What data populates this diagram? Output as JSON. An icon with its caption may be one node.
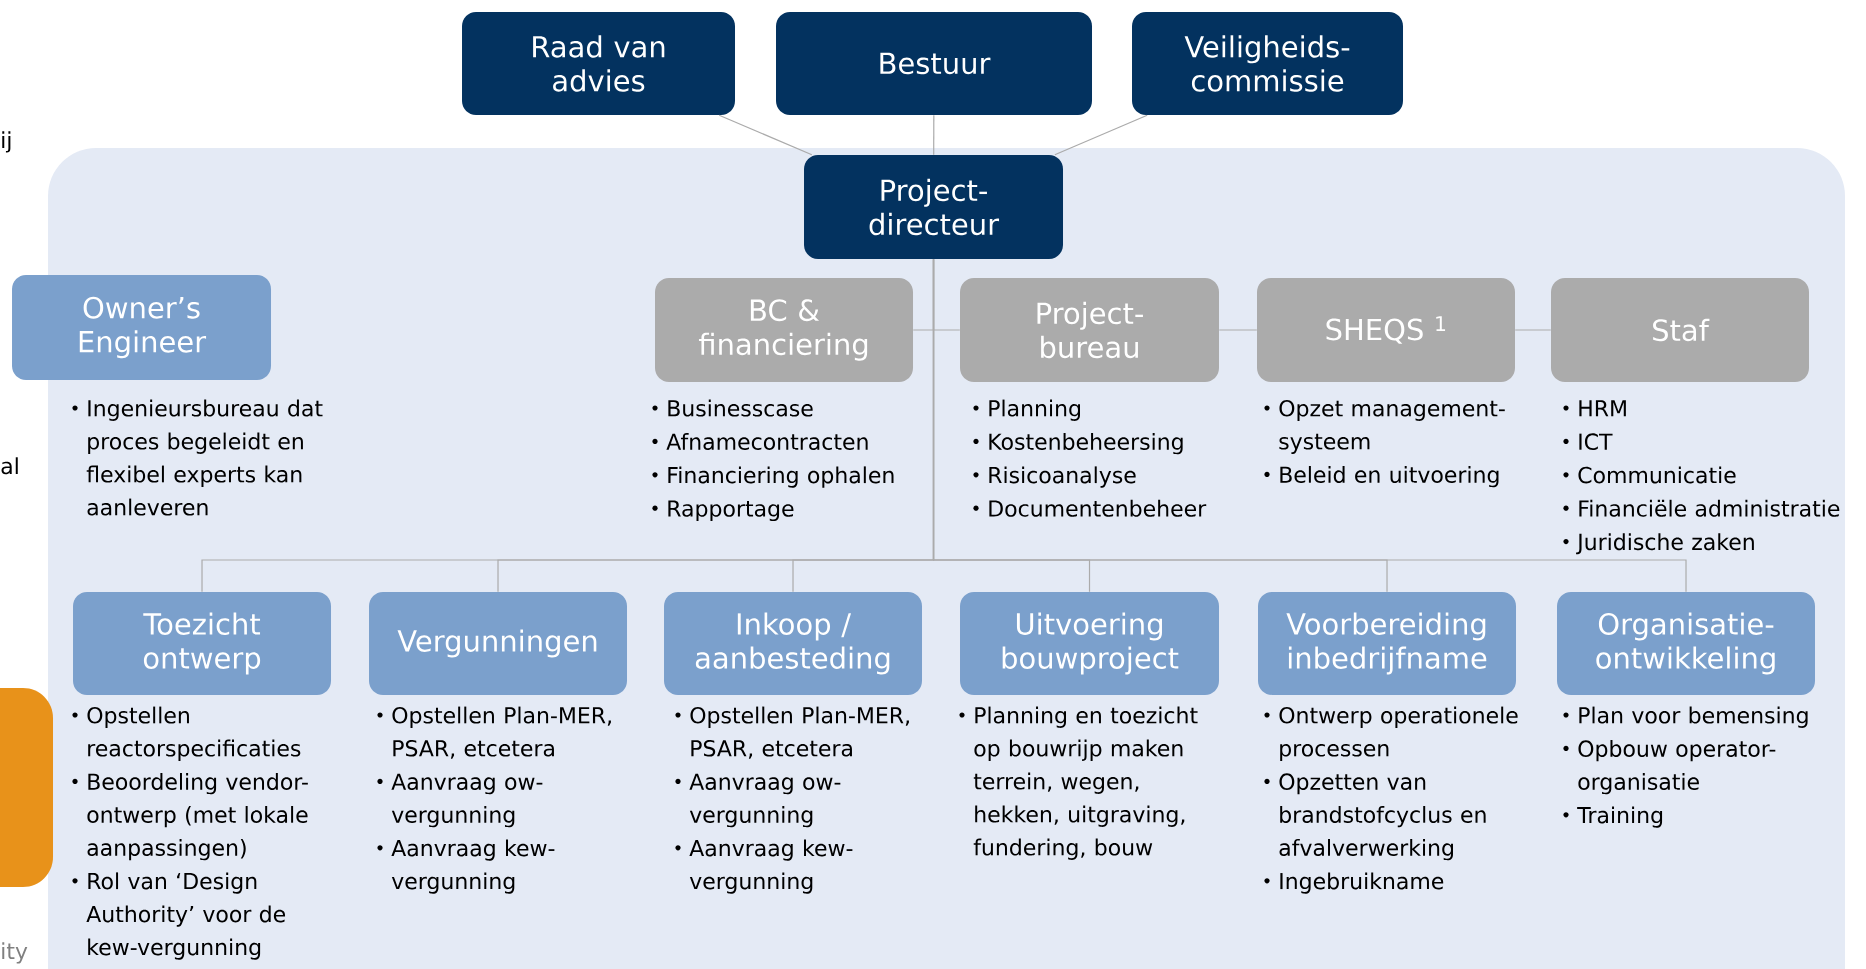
{
  "diagram": {
    "nodes": [
      {
        "text": [
          "Raad van advies"
        ]
      },
      {
        "text": [
          "Bestuur"
        ]
      },
      {
        "text": [
          "Veiligheids-commissie"
        ]
      },
      {
        "text": [],
        "shape": "box"
      },
      {
        "text": [
          "Project-directeur"
        ],
        "in": 3
      },
      {
        "text": [
          "Owner’s Engineer"
        ],
        "beside": [
          "Ingenieursbureau dat proces begeleidt en flexibel experts kan aanleveren"
        ]
      },
      {
        "text": [
          "BC & financiering"
        ],
        "in": 3,
        "beside": [
          "Businesscase",
          "Afnamecontracten",
          "Financiering ophalen",
          "Rapportage"
        ]
      },
      {
        "text": [
          "Project-bureau"
        ],
        "in": 3,
        "beside": [
          "Planning",
          "Kostenbeheersing",
          "Risicoanalyse",
          "Documentenbeheer"
        ]
      },
      {
        "text": [
          "SHEQS $^{1}$"
        ],
        "in": 3,
        "beside": [
          "Opzet management-systeem",
          "Beleid en uitvoering"
        ]
      },
      {
        "text": [
          "Staf"
        ],
        "in": 3,
        "beside": [
          "HRM",
          "ICT",
          "Communicatie",
          "Financiële administratie",
          "Juridische zaken"
        ]
      },
      {
        "text": [
          "Toezicht ontwerp"
        ],
        "in": 3,
        "beside": [
          "Opstellen reactorspecificaties",
          "Beoordeling vendor-ontwerp (met lokale aanpassingen)",
          "Rol van ‘Design Authority’ voor de kew-vergunning"
        ]
      },
      {
        "text": [
          "Vergunningen"
        ],
        "in": 3,
        "beside": [
          "Opstellen Plan-MER, PSAR, etcetera",
          "Aanvraag ow-vergunning",
          "Aanvraag kew-vergunning"
        ]
      },
      {
        "text": [
          "Inkoop / aanbesteding"
        ],
        "in": 3,
        "beside": [
          "Opstellen Plan-MER, PSAR, etcetera",
          "Aanvraag ow-vergunning",
          "Aanvraag kew-vergunning"
        ]
      },
      {
        "text": [
          "Uitvoering bouwproject"
        ],
        "in": 3,
        "beside": [
          "Planning en toezicht op bouwrijp maken terrein, wegen, hekken, uitgraving, fundering, bouw"
        ]
      },
      {
        "text": [
          "Voorbereiding inbedrijfname"
        ],
        "in": 3,
        "beside": [
          "Ontwerp operationele processen",
          "Opzetten van brandstofcyclus en afvalverwerking",
          "Ingebruikname"
        ]
      },
      {
        "text": [
          "Organisatie-ontwikkeling"
        ],
        "in": 3,
        "beside": [
          "Plan voor bemensing",
          "Opbouw operator-organisatie",
          "Training"
        ]
      },
      {
        "text": [],
        "shape": "box"
      }
    ],
    "edges": [
      {
        "from": 0,
        "to": 4,
        "arrow": "none"
      },
      {
        "from": 1,
        "to": 4,
        "arrow": "none"
      },
      {
        "from": 2,
        "to": 4,
        "arrow": "none"
      },
      {
        "from": 4,
        "to": 6,
        "arrow": "none"
      },
      {
        "from": 4,
        "to": 7,
        "arrow": "none"
      },
      {
        "from": 7,
        "to": 8,
        "arrow": "none"
      },
      {
        "from": 8,
        "to": 9,
        "arrow": "none"
      },
      {
        "from": 4,
        "to": 10,
        "arrow": "none"
      },
      {
        "from": 4,
        "to": 11,
        "arrow": "none"
      },
      {
        "from": 4,
        "to": 12,
        "arrow": "none"
      },
      {
        "from": 4,
        "to": 13,
        "arrow": "none"
      },
      {
        "from": 4,
        "to": 14,
        "arrow": "none"
      },
      {
        "from": 4,
        "to": 15,
        "arrow": "none"
      }
    ],
    "labels": [
      "ij",
      "al",
      "ity"
    ]
  }
}
